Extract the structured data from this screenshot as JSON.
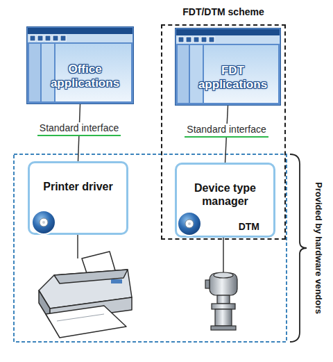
{
  "diagram": {
    "nodes": [
      {
        "text": [
          "FDT/DTM scheme"
        ]
      },
      {
        "text": [
          "Office applications"
        ]
      },
      {
        "text": [
          "FDT applications"
        ],
        "in": 0
      },
      {
        "text": [
          "Printer driver"
        ]
      },
      {
        "text": [
          "Device type manager",
          "DTM"
        ],
        "in": 0
      }
    ],
    "edges": [
      {
        "from": 1,
        "to": 3,
        "label": "Standard interface",
        "arrow": "none"
      },
      {
        "from": 2,
        "to": 4,
        "label": "Standard interface",
        "arrow": "none"
      }
    ],
    "labels": [
      "Provided by hardware vendors"
    ]
  }
}
